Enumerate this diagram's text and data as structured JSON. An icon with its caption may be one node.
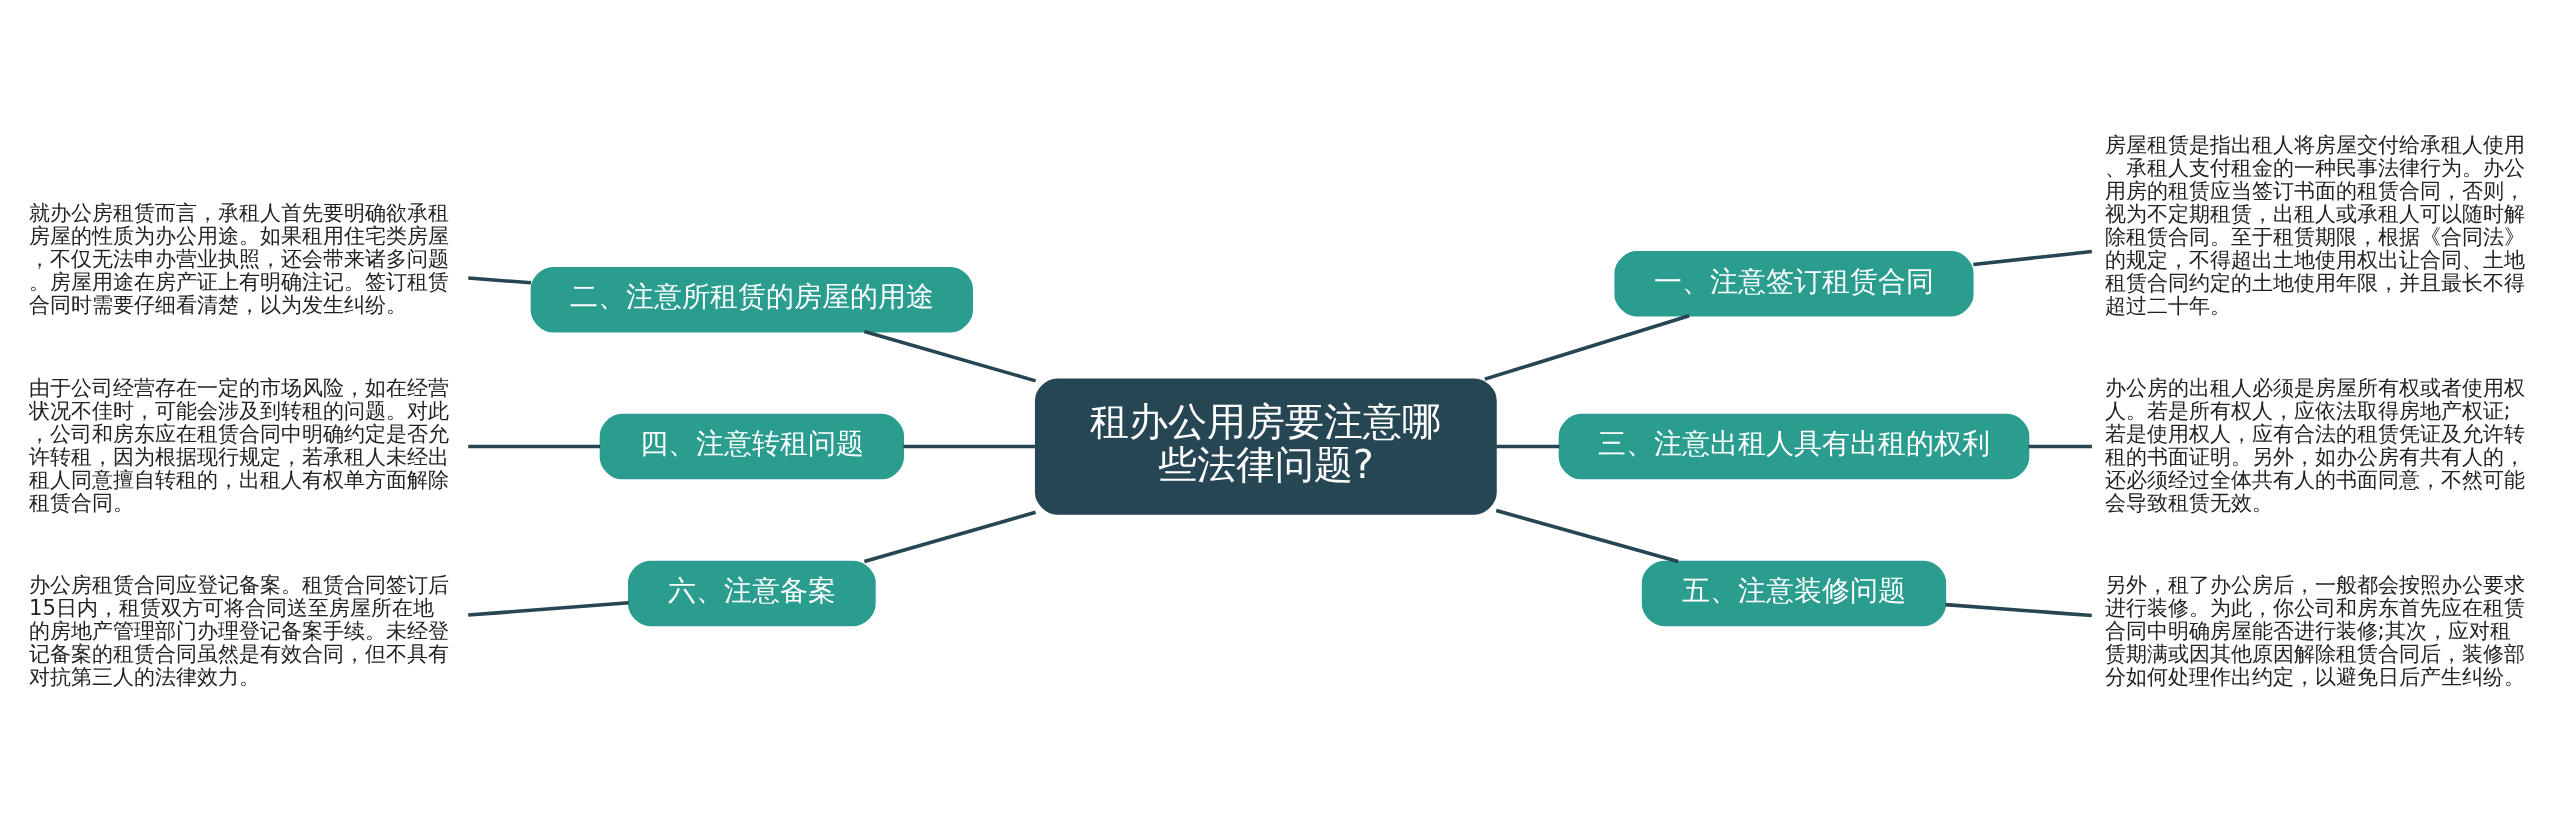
{
  "diagram": {
    "nodes": [
      {
        "text": [
          "租办公用房要注意哪些法律问题?"
        ]
      },
      {
        "text": [
          "一、注意签订租赁合同"
        ]
      },
      {
        "text": [
          "房屋租赁是指出租人将房屋交付给承租人使用、承租人支付租金的一种民事法律行为。办公用房的租赁应当签订书面的租赁合同，否则，视为不定期租赁，出租人或承租人可以随时解除租赁合同。至于租赁期限，根据《合同法》的规定，不得超出土地使用权出让合同、土地租赁合同约定的土地使用年限，并且最长不得超过二十年。"
        ]
      },
      {
        "text": [
          "三、注意出租人具有出租的权利"
        ]
      },
      {
        "text": [
          "办公房的出租人必须是房屋所有权或者使用权人。若是所有权人，应依法取得房地产权证;若是使用权人，应有合法的租赁凭证及允许转租的书面证明。另外，如办公房有共有人的，还必须经过全体共有人的书面同意，不然可能会导致租赁无效。"
        ]
      },
      {
        "text": [
          "五、注意装修问题"
        ]
      },
      {
        "text": [
          "另外，租了办公房后，一般都会按照办公要求进行装修。为此，你公司和房东首先应在租赁合同中明确房屋能否进行装修;其次，应对租赁期满或因其他原因解除租赁合同后，装修部分如何处理作出约定，以避免日后产生纠纷。"
        ]
      },
      {
        "text": [
          "二、注意所租赁的房屋的用途"
        ]
      },
      {
        "text": [
          "就办公房租赁而言，承租人首先要明确欲承租房屋的性质为办公用途。如果租用住宅类房屋，不仅无法申办营业执照，还会带来诸多问题。房屋用途在房产证上有明确注记。签订租赁合同时需要仔细看清楚，以为发生纠纷。"
        ]
      },
      {
        "text": [
          "四、注意转租问题"
        ]
      },
      {
        "text": [
          "由于公司经营存在一定的市场风险，如在经营状况不佳时，可能会涉及到转租的问题。对此，公司和房东应在租赁合同中明确约定是否允许转租，因为根据现行规定，若承租人未经出租人同意擅自转租的，出租人有权单方面解除租赁合同。"
        ]
      },
      {
        "text": [
          "六、注意备案"
        ]
      },
      {
        "text": [
          "办公房租赁合同应登记备案。租赁合同签订后15日内，租赁双方可将合同送至房屋所在地的房地产管理部门办理登记备案手续。未经登记备案的租赁合同虽然是有效合同，但不具有对抗第三人的法律效力。"
        ]
      }
    ],
    "edges": [
      {
        "from": 0,
        "to": 1,
        "arrow": "none"
      },
      {
        "from": 1,
        "to": 2,
        "arrow": "none"
      },
      {
        "from": 0,
        "to": 3,
        "arrow": "none"
      },
      {
        "from": 3,
        "to": 4,
        "arrow": "none"
      },
      {
        "from": 0,
        "to": 5,
        "arrow": "none"
      },
      {
        "from": 5,
        "to": 6,
        "arrow": "none"
      },
      {
        "from": 7,
        "to": 0,
        "arrow": "none"
      },
      {
        "from": 8,
        "to": 7,
        "arrow": "none"
      },
      {
        "from": 9,
        "to": 0,
        "arrow": "none"
      },
      {
        "from": 10,
        "to": 9,
        "arrow": "none"
      },
      {
        "from": 11,
        "to": 0,
        "arrow": "none"
      },
      {
        "from": 12,
        "to": 11,
        "arrow": "none"
      }
    ]
  }
}
